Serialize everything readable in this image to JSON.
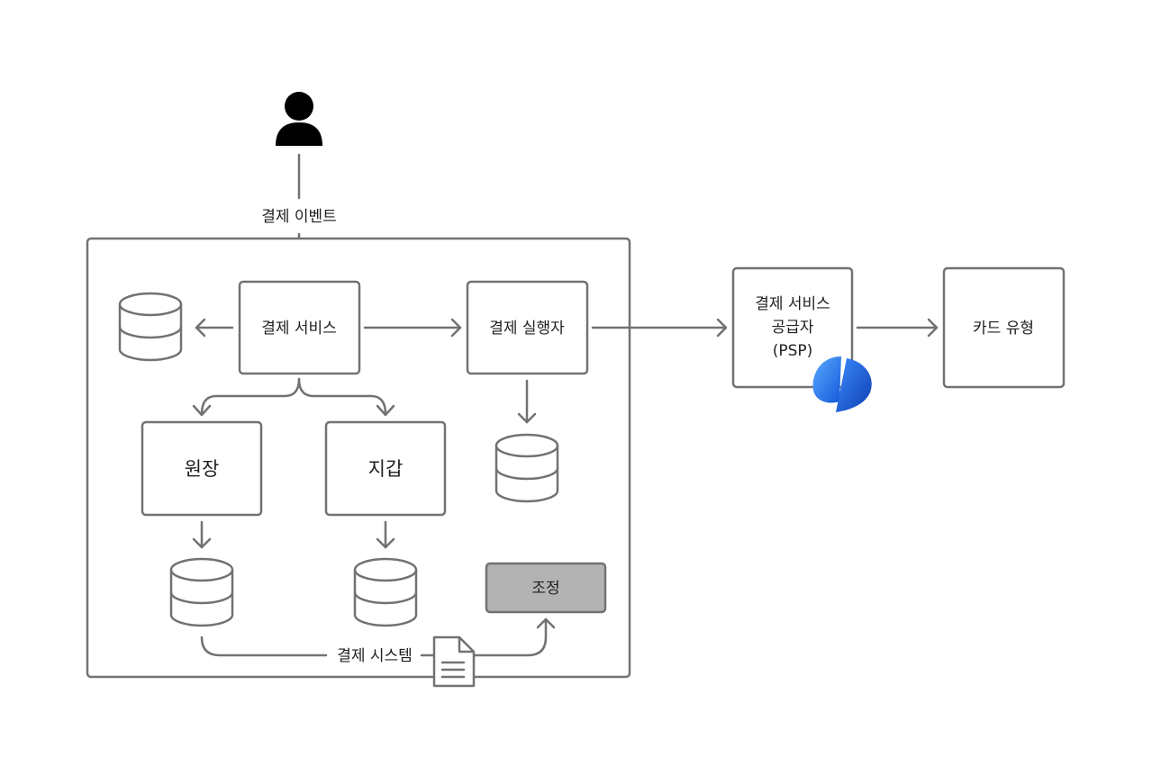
{
  "nodes": {
    "user_event": "결제 이벤트",
    "payment_service": "결제 서비스",
    "payment_executor": "결제 실행자",
    "ledger": "원장",
    "wallet": "지갑",
    "reconciliation": "조정",
    "psp_line1": "결제 서비스",
    "psp_line2": "공급자",
    "psp_line3": "(PSP)",
    "card_type": "카드 유형",
    "payment_system": "결제 시스템"
  },
  "icons": {
    "user": "user-icon",
    "database": "database-icon",
    "document": "document-icon",
    "psp_logo": "psp-logo-icon"
  },
  "colors": {
    "stroke": "#727272",
    "reconciliation_fill": "#b3b3b3",
    "logo_blue": "#1f6fe8"
  }
}
